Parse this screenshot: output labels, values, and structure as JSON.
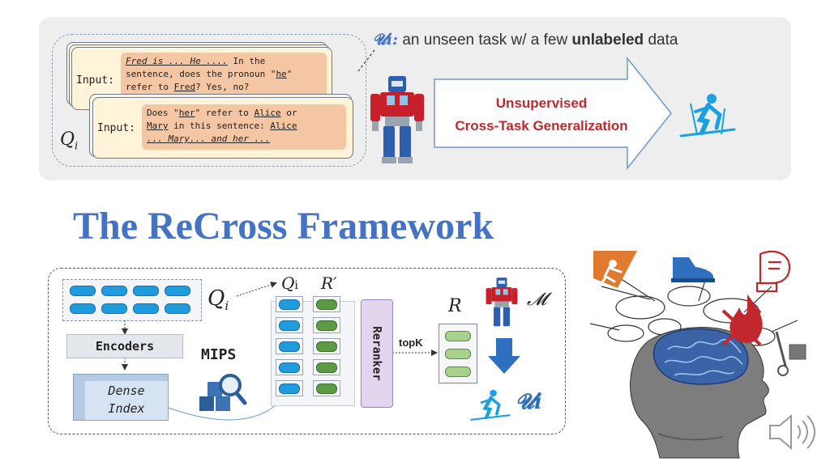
{
  "top": {
    "ui_symbol": "𝓤𝒊:",
    "ui_text_pre": " an unseen task w/ a few ",
    "ui_text_bold": "unlabeled",
    "ui_text_post": " data",
    "card1": {
      "input_label": "Input:",
      "line1_part_a": "Fred is ...  He ....",
      "line1_part_b": " In the",
      "line2_pre": "sentence, does the pronoun \"",
      "line2_u": "he",
      "line2_post": "\"",
      "line3_pre": "refer to ",
      "line3_u": "Fred",
      "line3_post": "? Yes, no?"
    },
    "card2": {
      "input_label": "Input:",
      "line1_pre": "Does \"",
      "line1_u1": "her",
      "line1_mid": "\" refer to ",
      "line1_u2": "Alice",
      "line1_post": " or",
      "line2_u1": "Mary",
      "line2_mid": " in this sentence: ",
      "line2_u2": "Alice",
      "line3": "... Mary... and her ..."
    },
    "q_label": "Q",
    "q_sub": "i",
    "arrow_line1": "Unsupervised",
    "arrow_line2": "Cross-Task Generalization",
    "colors": {
      "accent_red": "#c0282d",
      "arrow_blue": "#4472c4",
      "icon_blue": "#1ba1e2"
    }
  },
  "title": "The ReCross Framework",
  "framework": {
    "encoders": "Encoders",
    "dense_index_line1": "Dense",
    "dense_index_line2": "Index",
    "mips": "MIPS",
    "q_label": "Q",
    "q_sub": "i",
    "q_top": "Q",
    "q_top_sub": "i",
    "r_prime": "R′",
    "reranker": "Reranker",
    "topk": "topK",
    "r_label": "R",
    "model_label": "𝓜",
    "ui_label": "𝓤𝒊"
  },
  "icons": [
    "robot-icon",
    "skier-icon",
    "search-database-icon",
    "brain-icon",
    "speaker-icon",
    "down-arrow-icon",
    "climbing-icon",
    "shoe-icon",
    "boxing-glove-icon",
    "fire-icon",
    "hand-truck-icon"
  ]
}
